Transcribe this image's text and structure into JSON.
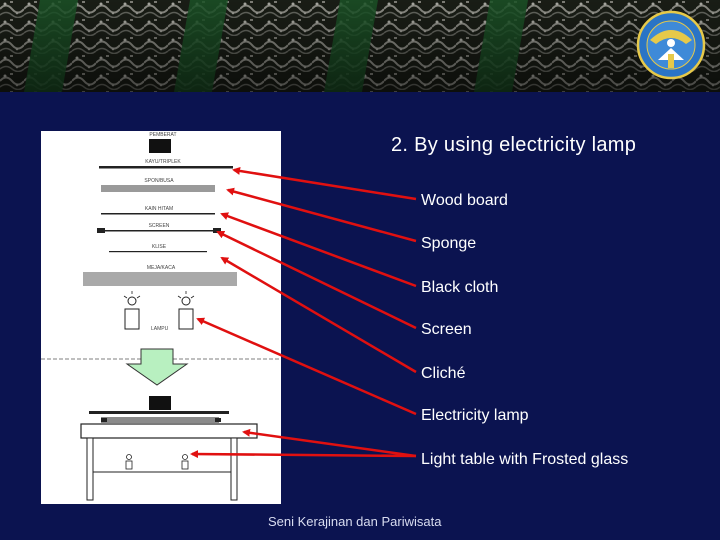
{
  "slide": {
    "title": "2. By using electricity lamp",
    "footer": "Seni Kerajinan dan Pariwisata"
  },
  "labels": [
    {
      "id": "wood",
      "text": "Wood board"
    },
    {
      "id": "sponge",
      "text": "Sponge"
    },
    {
      "id": "black-cloth",
      "text": "Black cloth"
    },
    {
      "id": "screen",
      "text": "Screen"
    },
    {
      "id": "cliche",
      "text": "Cliché"
    },
    {
      "id": "lamp",
      "text": "Electricity lamp"
    },
    {
      "id": "light-table",
      "text": "Light table with Frosted glass"
    }
  ],
  "diagram": {
    "layer_labels": [
      "PEMBERAT",
      "KAYU/TRIPLEK",
      "SPON/BUSA",
      "KAIN HITAM",
      "SCREEN",
      "KLISE",
      "MEJA/KACA",
      "LAMPU"
    ]
  },
  "colors": {
    "background": "#0b1350",
    "arrow": "#e01010",
    "text": "#ffffff"
  }
}
